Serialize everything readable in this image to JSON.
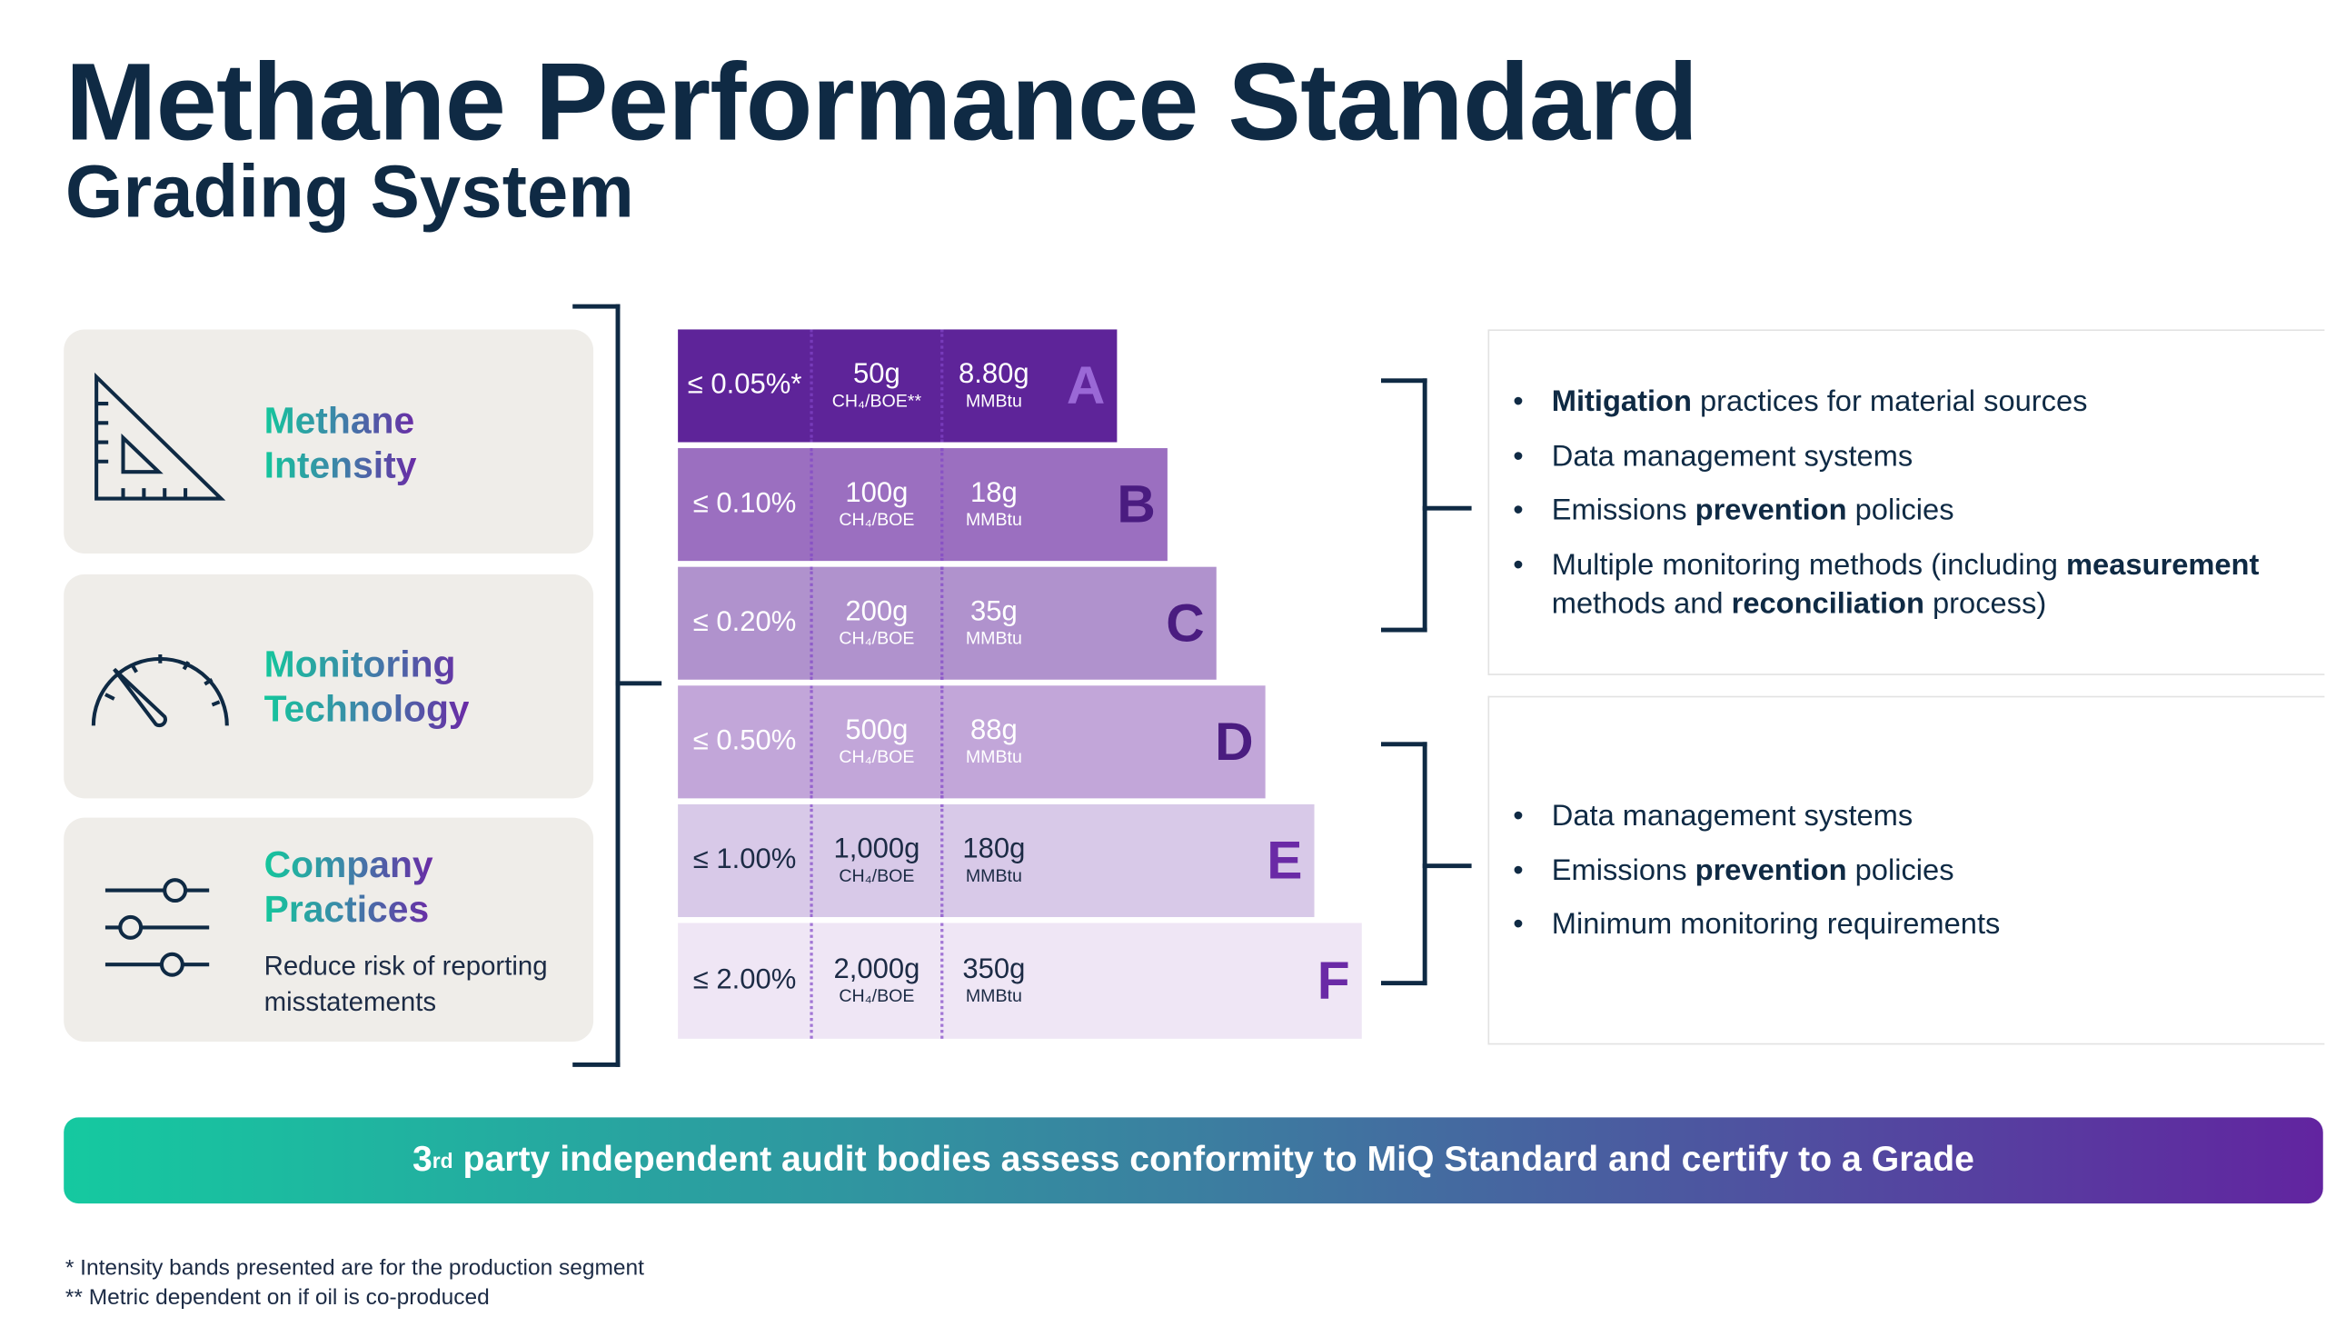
{
  "header": {
    "title": "Methane Performance Standard",
    "subtitle": "Grading System"
  },
  "pillars": [
    {
      "title_line1": "Methane",
      "title_line2": "Intensity",
      "icon": "set-square-icon"
    },
    {
      "title_line1": "Monitoring",
      "title_line2": "Technology",
      "icon": "gauge-icon"
    },
    {
      "title_line1": "Company",
      "title_line2": "Practices",
      "description": "Reduce risk of reporting misstatements",
      "icon": "sliders-icon"
    }
  ],
  "grades": [
    {
      "grade": "A",
      "intensity": "≤ 0.05%*",
      "boe_value": "50g",
      "boe_unit": "CH₄/BOE**",
      "mmbtu_value": "8.80g",
      "mmbtu_unit": "MMBtu",
      "color": "#5e2499",
      "text_color": "#ffffff",
      "grade_color": "#9a68d6"
    },
    {
      "grade": "B",
      "intensity": "≤ 0.10%",
      "boe_value": "100g",
      "boe_unit": "CH₄/BOE",
      "mmbtu_value": "18g",
      "mmbtu_unit": "MMBtu",
      "color": "#9b6fc0",
      "text_color": "#ffffff",
      "grade_color": "#4a1c80"
    },
    {
      "grade": "C",
      "intensity": "≤ 0.20%",
      "boe_value": "200g",
      "boe_unit": "CH₄/BOE",
      "mmbtu_value": "35g",
      "mmbtu_unit": "MMBtu",
      "color": "#b092cd",
      "text_color": "#ffffff",
      "grade_color": "#4a1c80"
    },
    {
      "grade": "D",
      "intensity": "≤ 0.50%",
      "boe_value": "500g",
      "boe_unit": "CH₄/BOE",
      "mmbtu_value": "88g",
      "mmbtu_unit": "MMBtu",
      "color": "#c2a6d9",
      "text_color": "#ffffff",
      "grade_color": "#4a1c80"
    },
    {
      "grade": "E",
      "intensity": "≤ 1.00%",
      "boe_value": "1,000g",
      "boe_unit": "CH₄/BOE",
      "mmbtu_value": "180g",
      "mmbtu_unit": "MMBtu",
      "color": "#d8c9e8",
      "text_color": "#1c2b45",
      "grade_color": "#6a2aa6"
    },
    {
      "grade": "F",
      "intensity": "≤ 2.00%",
      "boe_value": "2,000g",
      "boe_unit": "CH₄/BOE",
      "mmbtu_value": "350g",
      "mmbtu_unit": "MMBtu",
      "color": "#efe6f5",
      "text_color": "#1c2b45",
      "grade_color": "#6a2aa6"
    }
  ],
  "requirements_abc": [
    {
      "bold": "Mitigation",
      "rest": " practices for material sources"
    },
    {
      "pre": "Data management systems"
    },
    {
      "pre": "Emissions ",
      "bold": "prevention",
      "rest": " policies"
    },
    {
      "pre": "Multiple monitoring methods (including ",
      "bold": "measurement",
      "mid": " methods and ",
      "bold2": "reconciliation",
      "rest": " process)"
    }
  ],
  "requirements_def": [
    {
      "pre": "Data management systems"
    },
    {
      "pre": "Emissions ",
      "bold": "prevention",
      "rest": " policies"
    },
    {
      "pre": "Minimum monitoring requirements"
    }
  ],
  "banner": {
    "pre": "3",
    "sup": "rd",
    "text": " party independent audit bodies assess conformity to MiQ Standard and certify to a Grade"
  },
  "footnotes": [
    "* Intensity bands presented are for the production segment",
    "** Metric dependent on if oil is co-produced"
  ]
}
